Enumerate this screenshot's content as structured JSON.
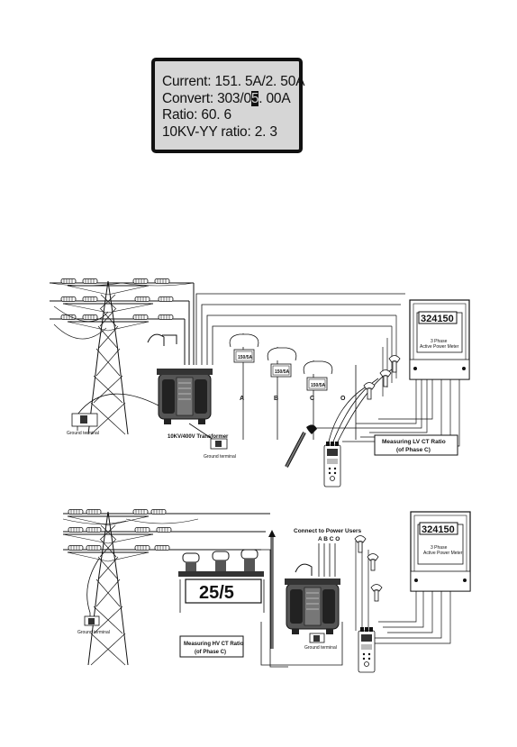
{
  "lcd": {
    "line1": "Current: 151. 5A/2. 50A",
    "line2_a": "Convert: 303/0",
    "line2_cursor": "5",
    "line2_b": ". 00A",
    "line3": "Ratio: 60. 6",
    "line4": "10KV-YY ratio: 2. 3"
  },
  "lv_diagram": {
    "meter_reading": "324150",
    "meter_label1": "3 Phase",
    "meter_label2": "Active Power Meter",
    "ct_a": "150/5A",
    "ct_b": "150/5A",
    "ct_c": "150/5A",
    "phase_a": "A",
    "phase_b": "B",
    "phase_c": "C",
    "phase_o": "O",
    "transformer": "10KV/400V Transformer",
    "ground1": "Ground terminal",
    "ground2": "Ground terminal",
    "caption1": "Measuring LV CT Ratio",
    "caption2": "(of Phase C)"
  },
  "hv_diagram": {
    "connect": "Connect to Power Users",
    "phases": "A B C O",
    "ct_ratio": "25/5",
    "meter_reading": "324150",
    "meter_label1": "3 Phase",
    "meter_label2": "Active Power Meter",
    "ground1": "Ground terminal",
    "ground2": "Ground terminal",
    "caption1": "Measuring HV CT Ratio",
    "caption2": "(of Phase C)"
  }
}
